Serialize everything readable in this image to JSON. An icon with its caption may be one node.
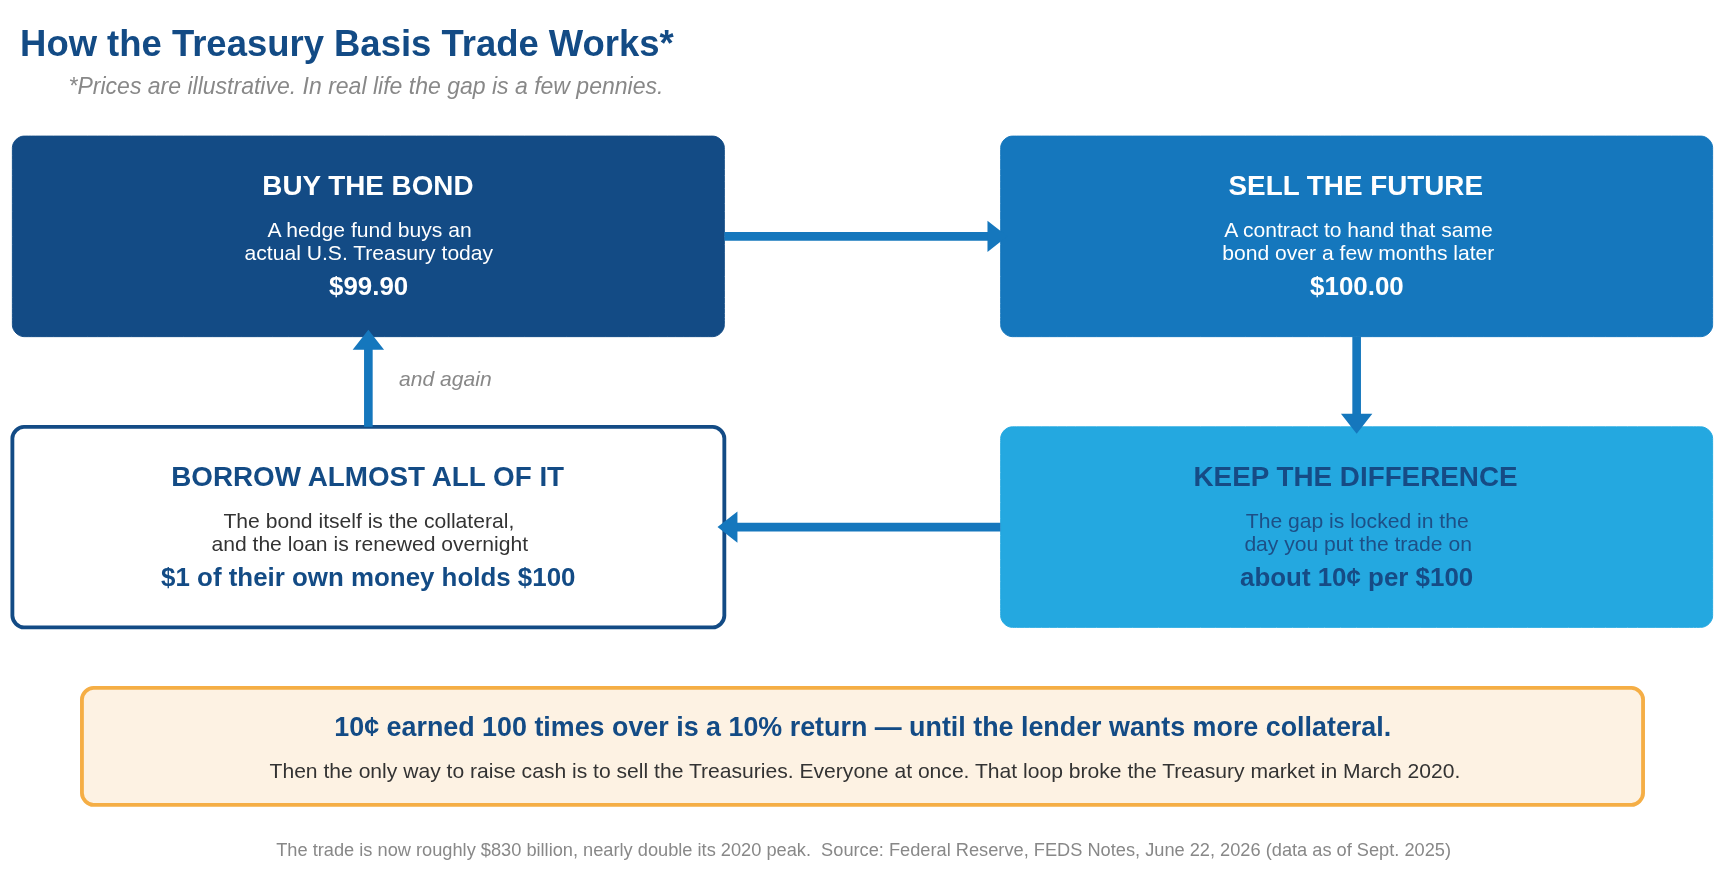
{
  "diagram": {
    "title": "How the Treasury Basis Trade Works*",
    "nodes": [
      {
        "text": [
          "BUY THE BOND",
          "A hedge fund buys an actual U.S. Treasury today",
          "$99.90"
        ]
      },
      {
        "text": [
          "SELL THE FUTURE",
          "A contract to hand that same bond over a few months later",
          "$100.00"
        ]
      },
      {
        "text": [
          "BORROW ALMOST ALL OF IT",
          "The bond itself is the collateral, and the loan is renewed overnight",
          "$1 of their own money holds $100"
        ]
      },
      {
        "text": [
          "KEEP THE DIFFERENCE",
          "The gap is locked in the day you put the trade on",
          "about 10¢ per $100"
        ]
      },
      {
        "text": [
          "10¢ earned 100 times over is a 10% return — until the lender wants more collateral.",
          "Then the only way to raise cash is to sell the Treasuries. Everyone at once. That loop broke the Treasury market in March 2020."
        ]
      }
    ],
    "edges": [
      {
        "from": 0,
        "to": 1,
        "arrow": "to"
      },
      {
        "from": 1,
        "to": 3,
        "arrow": "to"
      },
      {
        "from": 3,
        "to": 2,
        "arrow": "to"
      },
      {
        "from": 2,
        "to": 0,
        "arrow": "to",
        "label": "and again"
      }
    ],
    "labels": [
      "*Prices are illustrative. In real life the gap is a few pennies.",
      "The trade is now roughly $830 billion, nearly double its 2020 peak.  Source: Federal Reserve, FEDS Notes, June 22, 2026 (data as of Sept. 2025)"
    ]
  }
}
